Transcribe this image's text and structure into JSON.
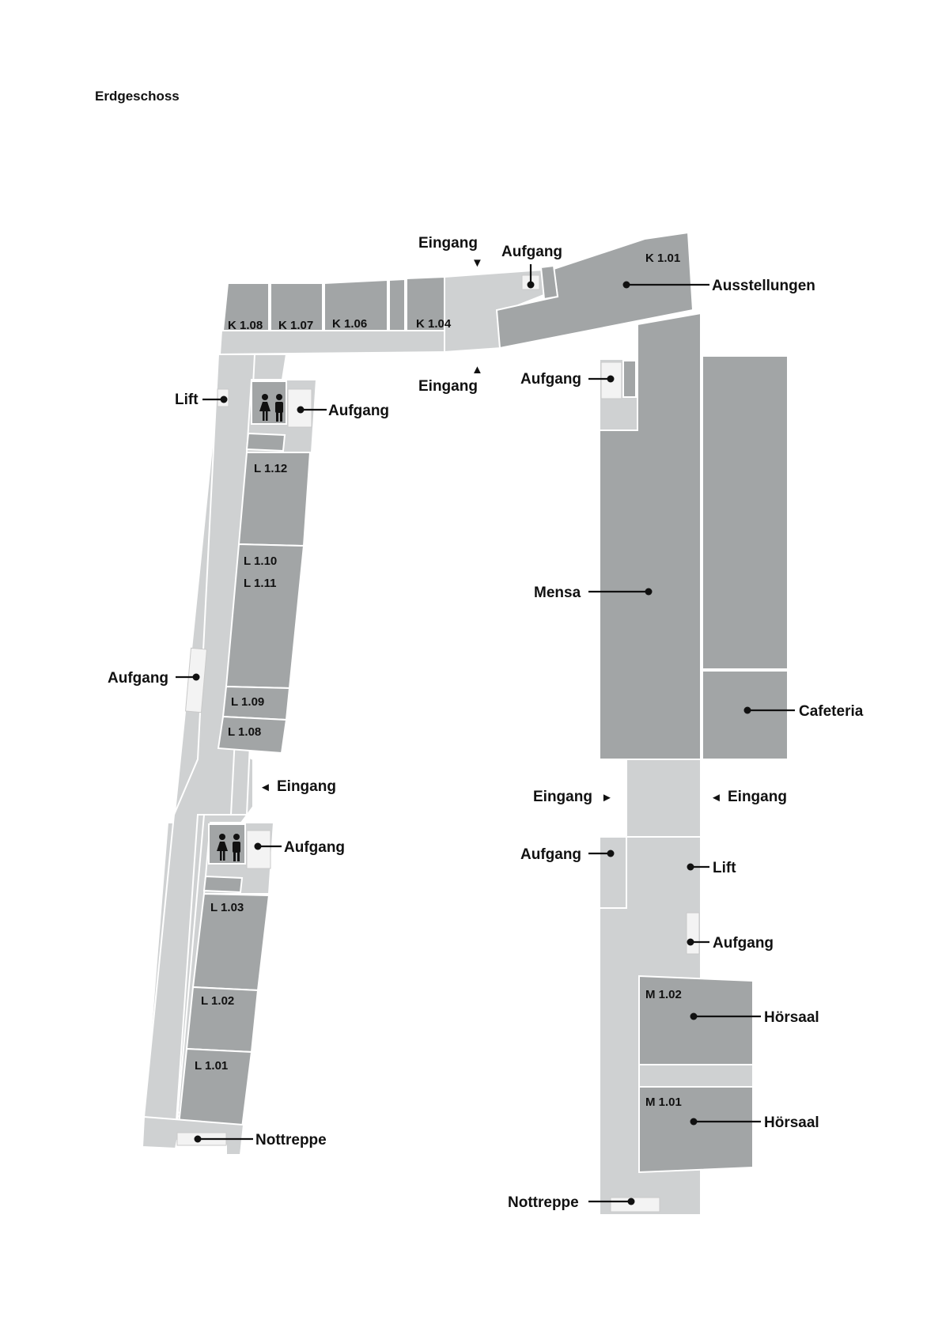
{
  "floor_title": "Erdgeschoss",
  "rooms": {
    "k108": "K 1.08",
    "k107": "K 1.07",
    "k106": "K 1.06",
    "k104": "K 1.04",
    "k101": "K 1.01",
    "l112": "L 1.12",
    "l110": "L 1.10",
    "l111": "L 1.11",
    "l109": "L 1.09",
    "l108": "L 1.08",
    "l103": "L 1.03",
    "l102": "L 1.02",
    "l101": "L 1.01",
    "m102": "M 1.02",
    "m101": "M 1.01"
  },
  "labels": {
    "eingang_top": "Eingang",
    "eingang_top_bottom": "Eingang",
    "aufgang_top": "Aufgang",
    "ausstellungen": "Ausstellungen",
    "lift_left": "Lift",
    "aufgang_wc1": "Aufgang",
    "aufgang_right_top": "Aufgang",
    "mensa": "Mensa",
    "aufgang_left_mid": "Aufgang",
    "cafeteria": "Cafeteria",
    "eingang_left_mid": "Eingang",
    "eingang_right_a": "Eingang",
    "eingang_right_b": "Eingang",
    "aufgang_wc2": "Aufgang",
    "aufgang_right_mid": "Aufgang",
    "lift_right": "Lift",
    "aufgang_right_low": "Aufgang",
    "hoersaal_1": "Hörsaal",
    "hoersaal_2": "Hörsaal",
    "nottreppe_left": "Nottreppe",
    "nottreppe_right": "Nottreppe"
  },
  "arrows": {
    "down": "▼",
    "up": "▲",
    "left": "◄",
    "right": "►"
  },
  "colors": {
    "room": "#a2a5a6",
    "corridor": "#cfd1d2",
    "stairs": "#f3f3f3",
    "text": "#111111"
  },
  "icons": [
    "toilet-icon",
    "stairs-icon",
    "entrance-arrow-icon",
    "leader-line-icon"
  ]
}
